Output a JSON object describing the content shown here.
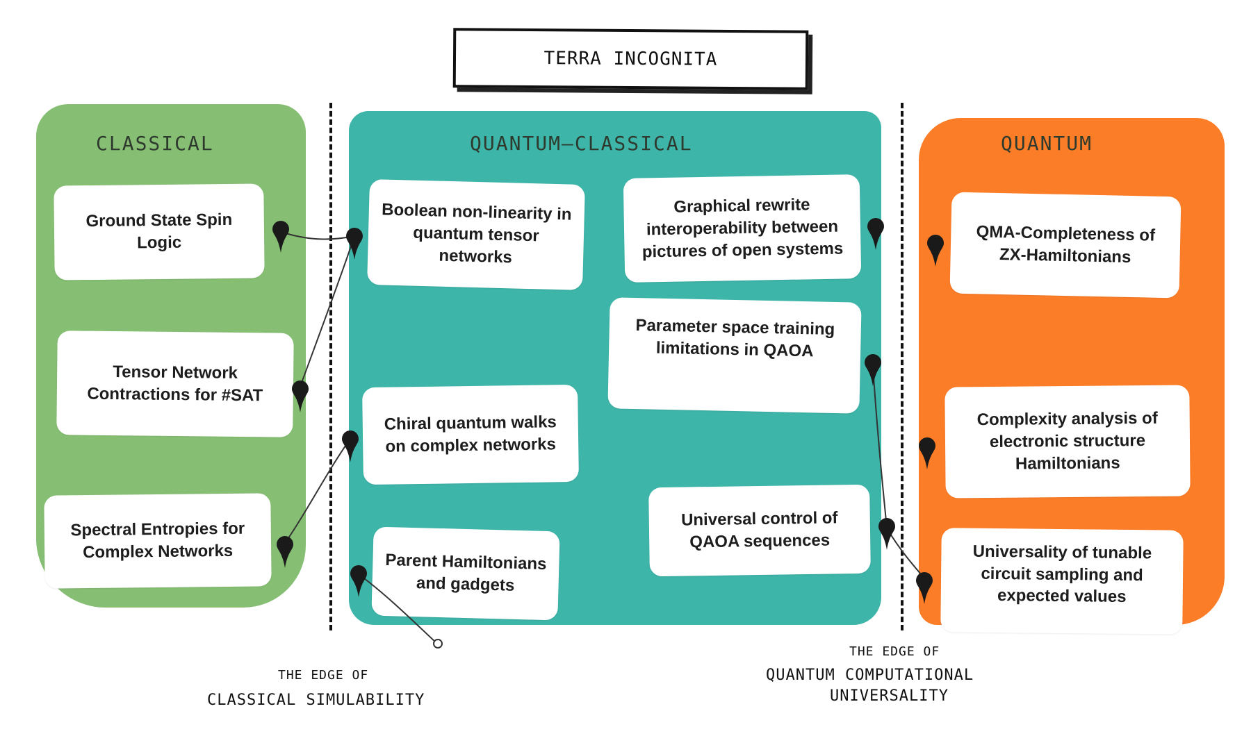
{
  "title": "TERRA INCOGNITA",
  "columns": {
    "classical": "CLASSICAL",
    "quantum_classical": "QUANTUM–CLASSICAL",
    "quantum": "QUANTUM"
  },
  "cards": {
    "classical": [
      "Ground State Spin Logic",
      "Tensor Network Contractions for #SAT",
      "Spectral Entropies for Complex Networks"
    ],
    "quantum_classical_left": [
      "Boolean non-linearity in quantum tensor networks",
      "Chiral quantum walks on complex networks",
      "Parent Hamiltonians and gadgets"
    ],
    "quantum_classical_right": [
      "Graphical rewrite interoperability between pictures of open systems",
      "Parameter space training limitations in QAOA",
      "Universal control of QAOA sequences"
    ],
    "quantum": [
      "QMA-Completeness of ZX-Hamiltonians",
      "Complexity analysis of electronic structure Hamiltonians",
      "Universality of tunable circuit sampling and expected values"
    ]
  },
  "edges": {
    "classical_top": "THE EDGE OF",
    "classical_bottom": "CLASSICAL SIMULABILITY",
    "quantum_top": "THE EDGE OF",
    "quantum_mid": "QUANTUM COMPUTATIONAL",
    "quantum_bottom": "UNIVERSALITY"
  },
  "colors": {
    "classical": "#86bf73",
    "quantum_classical": "#3eb5a9",
    "quantum": "#fc7d28",
    "pin": "#1a1a1a"
  },
  "icons": {
    "pin": "map-pin-icon"
  }
}
